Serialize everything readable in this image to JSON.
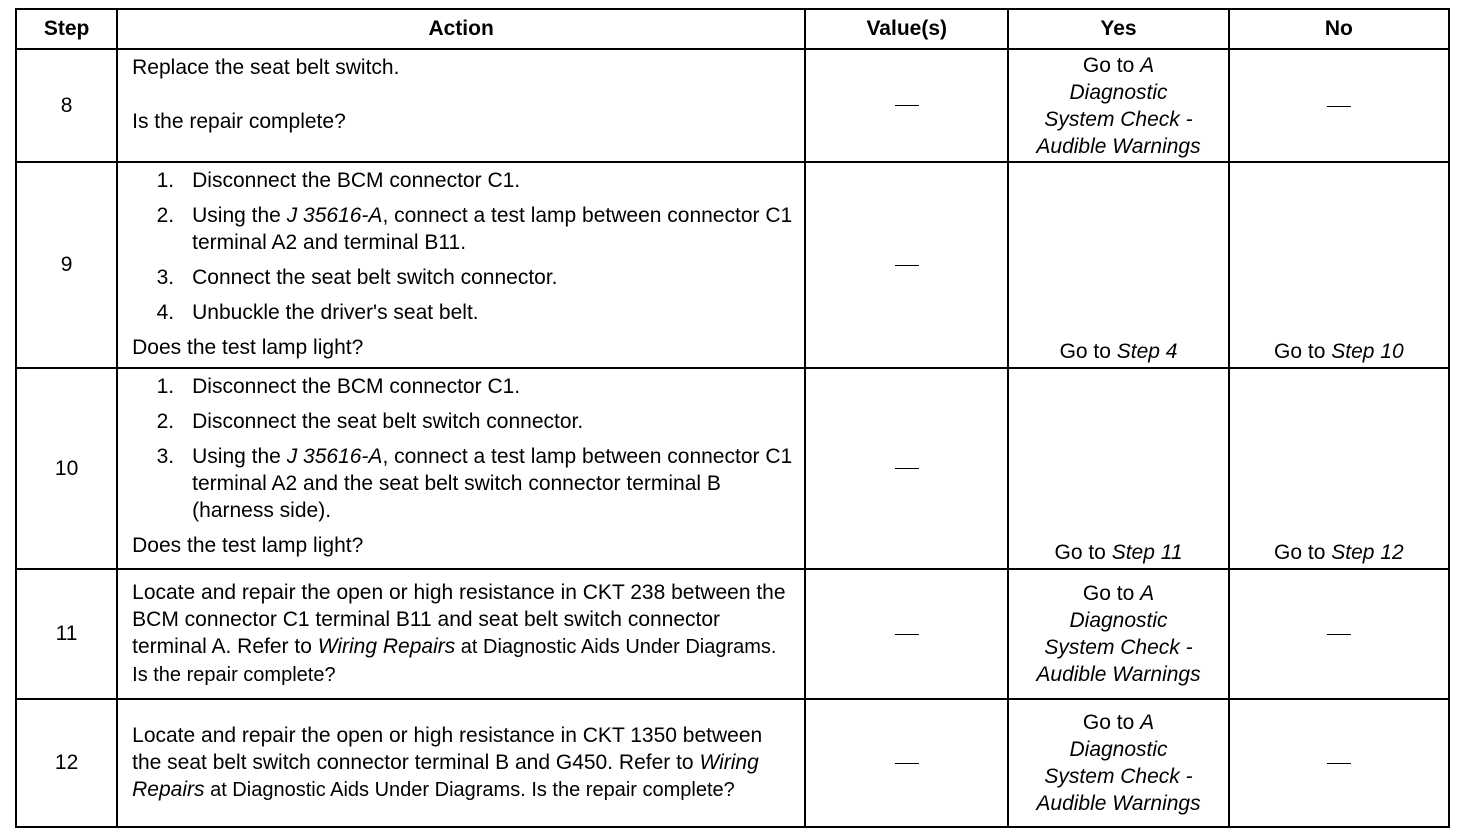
{
  "headers": {
    "step": "Step",
    "action": "Action",
    "values": "Value(s)",
    "yes": "Yes",
    "no": "No"
  },
  "dash": "—",
  "rows": [
    {
      "step": "8",
      "action": {
        "line1": "Replace the seat belt switch.",
        "question": "Is the repair complete?"
      },
      "yes": {
        "l1": "Go to ",
        "l1i": "A",
        "l2": "Diagnostic",
        "l3": "System Check -",
        "l4": "Audible Warnings"
      }
    },
    {
      "step": "9",
      "items": [
        {
          "num": "1.",
          "text": "Disconnect the BCM connector C1."
        },
        {
          "num": "2.",
          "pre": "Using the ",
          "ital": "J 35616-A",
          "post": ", connect a test lamp between connector C1 terminal A2 and terminal B11."
        },
        {
          "num": "3.",
          "text": "Connect the seat belt switch connector."
        },
        {
          "num": "4.",
          "text": "Unbuckle the driver's seat belt."
        }
      ],
      "question": "Does the test lamp light?",
      "yes": {
        "pre": "Go to ",
        "ital": "Step 4"
      },
      "no": {
        "pre": "Go to ",
        "ital": "Step 10"
      }
    },
    {
      "step": "10",
      "items": [
        {
          "num": "1.",
          "text": "Disconnect the BCM connector C1."
        },
        {
          "num": "2.",
          "text": "Disconnect the seat belt switch connector."
        },
        {
          "num": "3.",
          "pre": "Using the ",
          "ital": "J 35616-A",
          "post": ", connect a test lamp between connector C1 terminal A2 and the seat belt switch connector terminal B (harness side)."
        }
      ],
      "question": "Does the test lamp light?",
      "yes": {
        "pre": "Go to ",
        "ital": "Step 11"
      },
      "no": {
        "pre": "Go to ",
        "ital": "Step 12"
      }
    },
    {
      "step": "11",
      "action": {
        "pre": "Locate and repair the open or high resistance in CKT 238 between the BCM connector C1 terminal B11 and seat belt switch connector terminal A. Refer to ",
        "ital": "Wiring Repairs",
        "post": " at Diagnostic Aids Under Diagrams.  Is the repair complete?"
      },
      "yes": {
        "l1": "Go to ",
        "l1i": "A",
        "l2": "Diagnostic",
        "l3": "System Check -",
        "l4": "Audible Warnings"
      }
    },
    {
      "step": "12",
      "action": {
        "pre": "Locate and repair the open or high resistance in CKT 1350 between the seat belt switch connector terminal B and G450. Refer to ",
        "ital": "Wiring Repairs",
        "post": "  at Diagnostic Aids Under Diagrams.  Is the repair complete?"
      },
      "yes": {
        "l1": "Go to ",
        "l1i": "A",
        "l2": "Diagnostic",
        "l3": "System Check -",
        "l4": "Audible Warnings"
      }
    }
  ]
}
